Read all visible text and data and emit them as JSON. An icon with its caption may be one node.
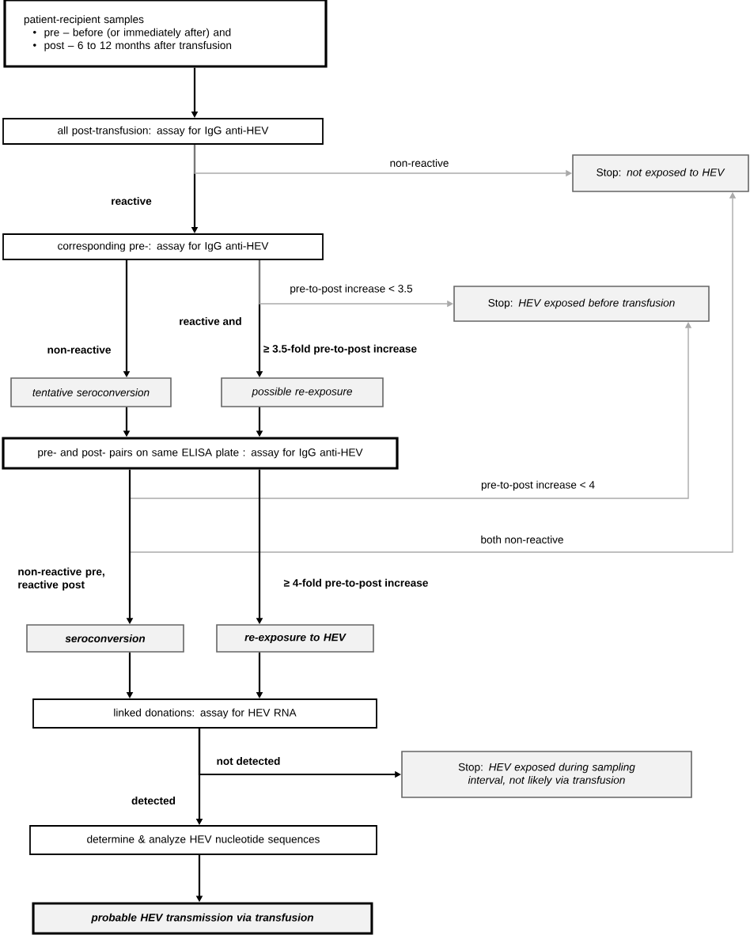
{
  "diagram": {
    "nodes": [
      {
        "text": [
          "patient-recipient samples",
          "pre – before (or immediately after) and",
          "post – 6 to 12 months after transfusion"
        ]
      },
      {
        "text": [
          "all post-transfusion: assay for IgG anti-HEV"
        ]
      },
      {
        "text": [
          "Stop: *not exposed to HEV*"
        ]
      },
      {
        "text": [
          "corresponding pre-: assay for IgG anti-HEV"
        ]
      },
      {
        "text": [
          "Stop: *HEV exposed before transfusion*"
        ]
      },
      {
        "text": [
          "tentative seroconversion"
        ]
      },
      {
        "text": [
          "possible re-exposure"
        ]
      },
      {
        "text": [
          "pre- and post- pairs on same ELISA plate : assay for IgG anti-HEV"
        ]
      },
      {
        "text": [
          "seroconversion"
        ]
      },
      {
        "text": [
          "re-exposure to HEV"
        ]
      },
      {
        "text": [
          "linked donations: assay for HEV RNA"
        ]
      },
      {
        "text": [
          "Stop: *HEV exposed during sampling interval, not likely via transfusion*"
        ]
      },
      {
        "text": [
          "determine & analyze HEV nucleotide sequences"
        ]
      },
      {
        "text": [
          "probable HEV transmission via transfusion"
        ]
      }
    ],
    "edges": [
      {
        "from": 0,
        "to": 1,
        "arrow": "to"
      },
      {
        "from": 1,
        "to": 3,
        "arrow": "to",
        "label": "reactive"
      },
      {
        "from": 1,
        "to": 2,
        "arrow": "to",
        "label": "non-reactive",
        "color": "#aaaaaa"
      },
      {
        "from": 3,
        "to": 5,
        "arrow": "to",
        "label": "non-reactive"
      },
      {
        "from": 3,
        "to": 6,
        "arrow": "to",
        "label": "reactive and"
      },
      {
        "from": 3,
        "to": 4,
        "arrow": "to",
        "label": "pre-to-post increase < 3.5",
        "color": "#aaaaaa"
      },
      {
        "from": 5,
        "to": 7,
        "arrow": "to"
      },
      {
        "from": 6,
        "to": 7,
        "arrow": "to"
      },
      {
        "from": 7,
        "to": 4,
        "arrow": "to",
        "label": "pre-to-post increase < 4",
        "color": "#aaaaaa"
      },
      {
        "from": 7,
        "to": 2,
        "arrow": "to",
        "label": "both non-reactive",
        "color": "#aaaaaa"
      },
      {
        "from": 7,
        "to": 8,
        "arrow": "to",
        "label": "non-reactive pre, reactive post"
      },
      {
        "from": 7,
        "to": 9,
        "arrow": "to",
        "label": "≥ 4-fold pre-to-post increase"
      },
      {
        "from": 8,
        "to": 10,
        "arrow": "to"
      },
      {
        "from": 9,
        "to": 10,
        "arrow": "to"
      },
      {
        "from": 10,
        "to": 12,
        "arrow": "to",
        "label": "detected"
      },
      {
        "from": 10,
        "to": 11,
        "arrow": "to",
        "label": "not detected"
      },
      {
        "from": 12,
        "to": 13,
        "arrow": "to"
      }
    ],
    "labels": [
      "≥ 3.5-fold pre-to-post increase"
    ]
  }
}
